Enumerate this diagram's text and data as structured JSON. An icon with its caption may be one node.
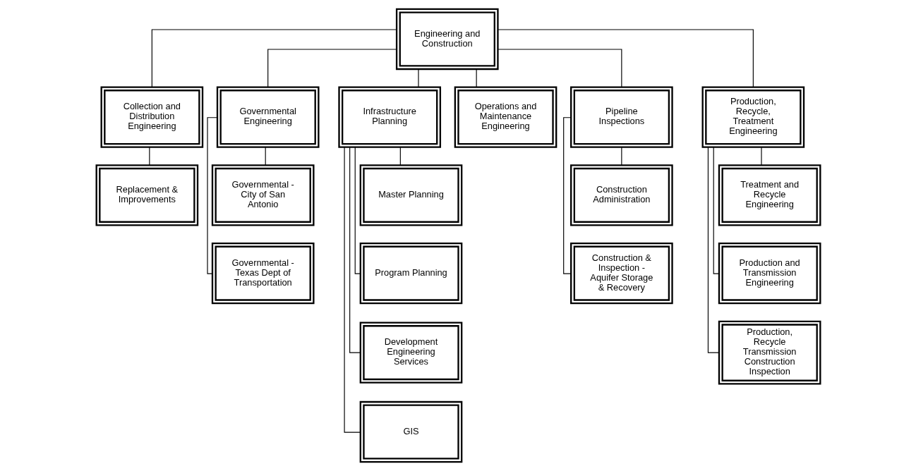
{
  "diagram": {
    "nodes": [
      {
        "text": [
          "Engineering and Construction"
        ]
      },
      {
        "text": [
          "Collection and Distribution Engineering"
        ]
      },
      {
        "text": [
          "Replacement & Improvements"
        ]
      },
      {
        "text": [
          "Governmental Engineering"
        ]
      },
      {
        "text": [
          "Governmental - City of San Antonio"
        ]
      },
      {
        "text": [
          "Governmental - Texas Dept of Transportation"
        ]
      },
      {
        "text": [
          "Infrastructure Planning"
        ]
      },
      {
        "text": [
          "Master Planning"
        ]
      },
      {
        "text": [
          "Program Planning"
        ]
      },
      {
        "text": [
          "Development Engineering Services"
        ]
      },
      {
        "text": [
          "GIS"
        ]
      },
      {
        "text": [
          "Operations and Maintenance Engineering"
        ]
      },
      {
        "text": [
          "Pipeline Inspections"
        ]
      },
      {
        "text": [
          "Construction Administration"
        ]
      },
      {
        "text": [
          "Construction & Inspection - Aquifer Storage & Recovery"
        ]
      },
      {
        "text": [
          "Production, Recycle, Treatment Engineering"
        ]
      },
      {
        "text": [
          "Treatment and Recycle Engineering"
        ]
      },
      {
        "text": [
          "Production and Transmission Engineering"
        ]
      },
      {
        "text": [
          "Production, Recycle Transmission Construction Inspection"
        ]
      }
    ],
    "edges": [
      {
        "from": 0,
        "to": 1,
        "arrow": "none"
      },
      {
        "from": 0,
        "to": 3,
        "arrow": "none"
      },
      {
        "from": 0,
        "to": 6,
        "arrow": "none"
      },
      {
        "from": 0,
        "to": 11,
        "arrow": "none"
      },
      {
        "from": 0,
        "to": 12,
        "arrow": "none"
      },
      {
        "from": 0,
        "to": 15,
        "arrow": "none"
      },
      {
        "from": 1,
        "to": 2,
        "arrow": "none"
      },
      {
        "from": 3,
        "to": 4,
        "arrow": "none"
      },
      {
        "from": 3,
        "to": 5,
        "arrow": "none"
      },
      {
        "from": 6,
        "to": 7,
        "arrow": "none"
      },
      {
        "from": 6,
        "to": 8,
        "arrow": "none"
      },
      {
        "from": 6,
        "to": 9,
        "arrow": "none"
      },
      {
        "from": 6,
        "to": 10,
        "arrow": "none"
      },
      {
        "from": 12,
        "to": 13,
        "arrow": "none"
      },
      {
        "from": 12,
        "to": 14,
        "arrow": "none"
      },
      {
        "from": 15,
        "to": 16,
        "arrow": "none"
      },
      {
        "from": 15,
        "to": 17,
        "arrow": "none"
      },
      {
        "from": 15,
        "to": 18,
        "arrow": "none"
      }
    ]
  }
}
